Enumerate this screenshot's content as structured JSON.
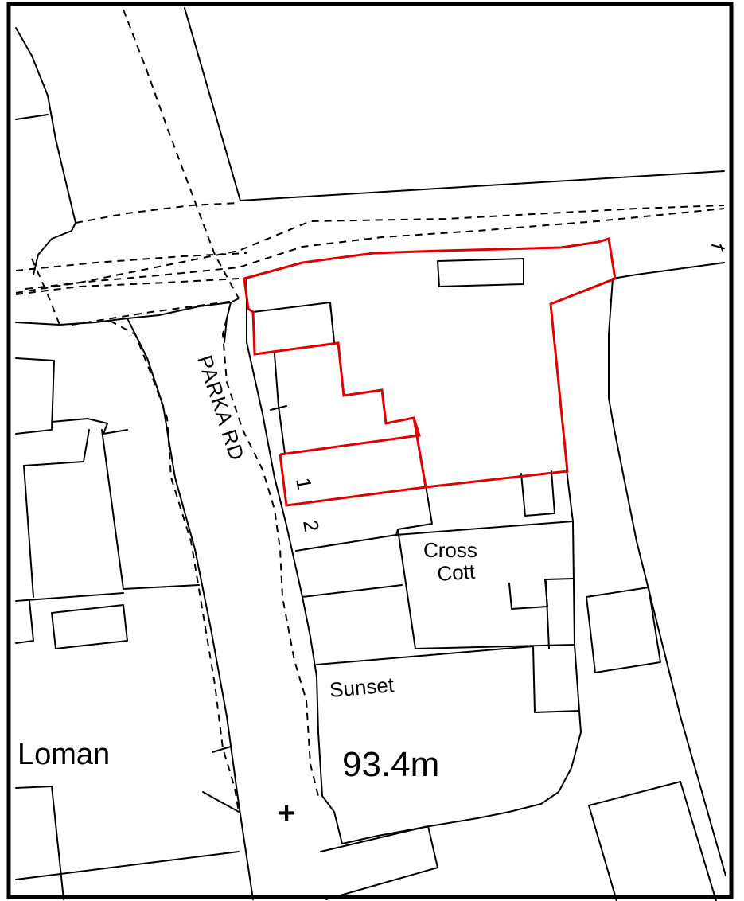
{
  "labels": {
    "road_name": "PARKA RD",
    "house_1": "1",
    "house_2": "2",
    "cross_cott_line1": "Cross",
    "cross_cott_line2": "Cott",
    "sunset": "Sunset",
    "loman": "Loman",
    "spot_height": "93.4m",
    "benchmark_mark": "+"
  },
  "colors": {
    "site_boundary": "#e00000",
    "linework": "#000000",
    "background": "#ffffff"
  }
}
